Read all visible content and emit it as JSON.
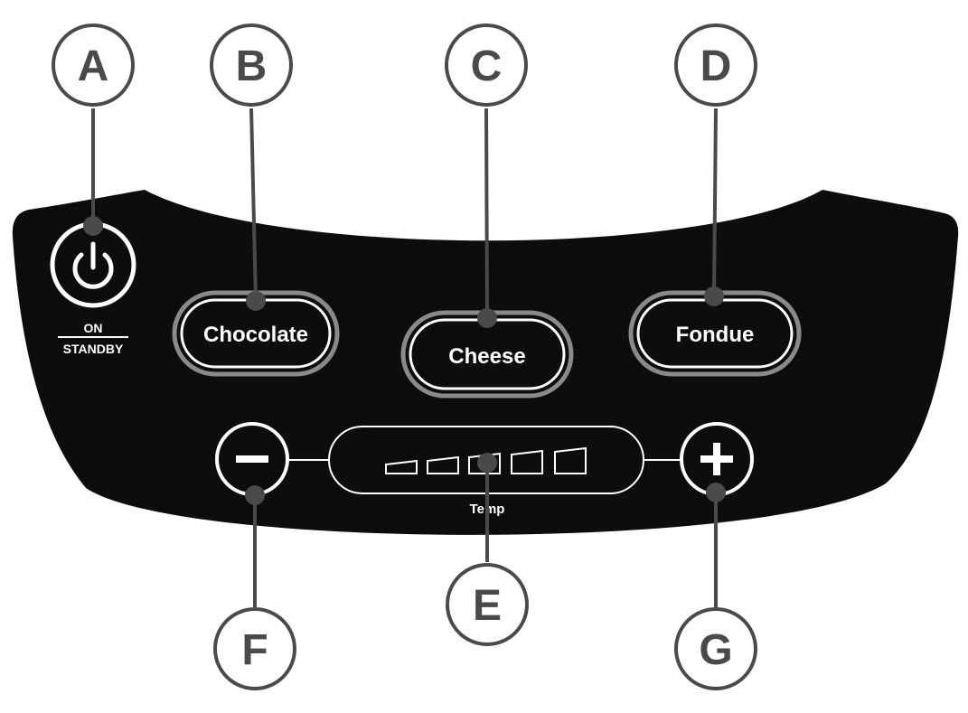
{
  "colors": {
    "panel": "#0d0d0d",
    "outline": "#ffffff",
    "callout": "#4a4a4a",
    "button_ring": "#8a8a8a"
  },
  "power": {
    "icon": "power-icon",
    "label_top": "ON",
    "label_bottom": "STANDBY"
  },
  "buttons": {
    "chocolate": "Chocolate",
    "cheese": "Cheese",
    "fondue": "Fondue"
  },
  "temp": {
    "label": "Temp",
    "minus_icon": "minus-icon",
    "plus_icon": "plus-icon"
  },
  "callouts": [
    "A",
    "B",
    "C",
    "D",
    "E",
    "F",
    "G"
  ]
}
